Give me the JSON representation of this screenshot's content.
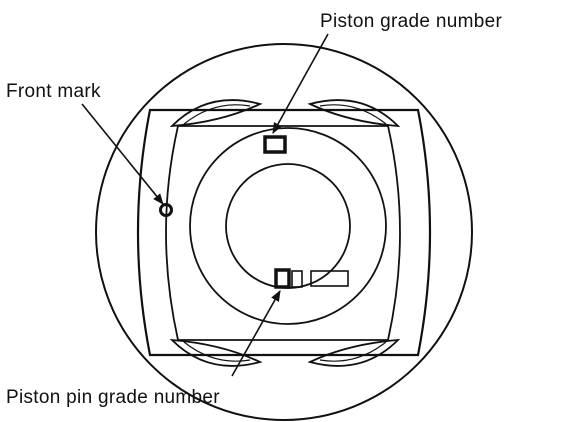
{
  "labels": {
    "piston_grade": "Piston grade number",
    "front_mark": "Front mark",
    "pin_grade": "Piston pin grade number"
  },
  "colors": {
    "line": "#111111",
    "background": "#ffffff"
  }
}
